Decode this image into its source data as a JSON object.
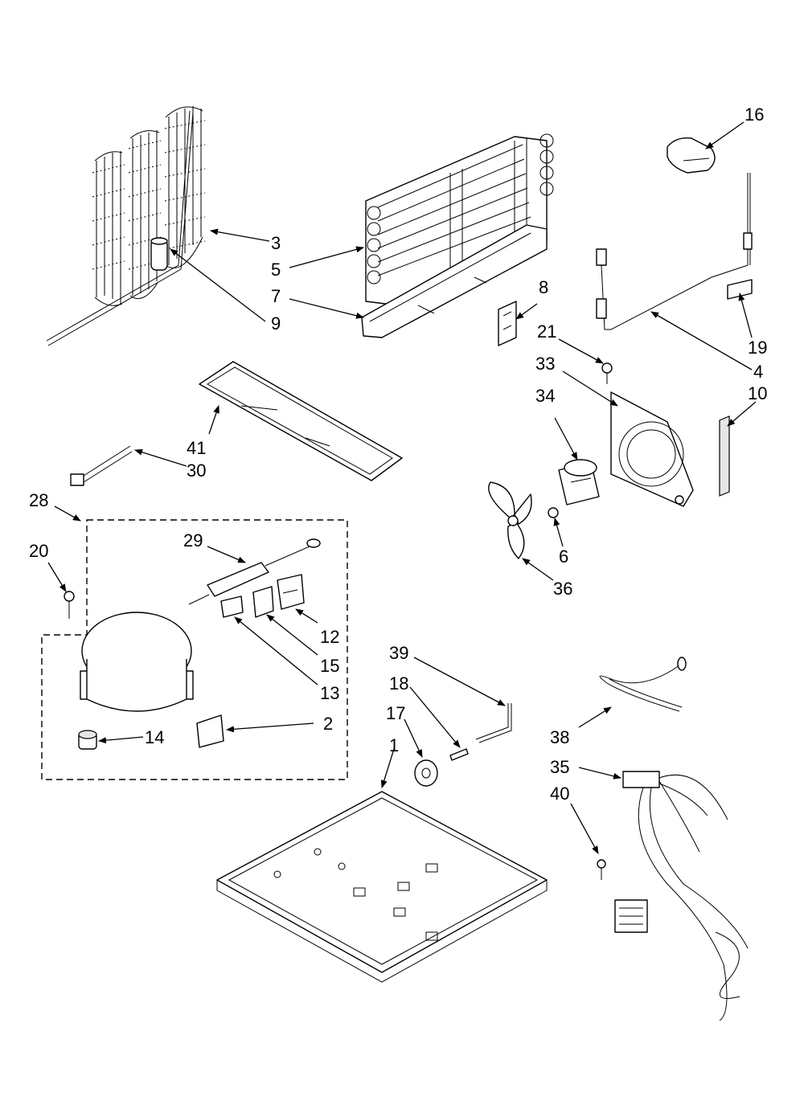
{
  "labels": {
    "p1": "1",
    "p2": "2",
    "p3": "3",
    "p4": "4",
    "p5": "5",
    "p6": "6",
    "p7": "7",
    "p8": "8",
    "p9": "9",
    "p10": "10",
    "p12": "12",
    "p13": "13",
    "p14": "14",
    "p15": "15",
    "p16": "16",
    "p17": "17",
    "p18": "18",
    "p19": "19",
    "p20": "20",
    "p21": "21",
    "p28": "28",
    "p29": "29",
    "p30": "30",
    "p33": "33",
    "p34": "34",
    "p35": "35",
    "p36": "36",
    "p38": "38",
    "p39": "39",
    "p40": "40",
    "p41": "41"
  }
}
